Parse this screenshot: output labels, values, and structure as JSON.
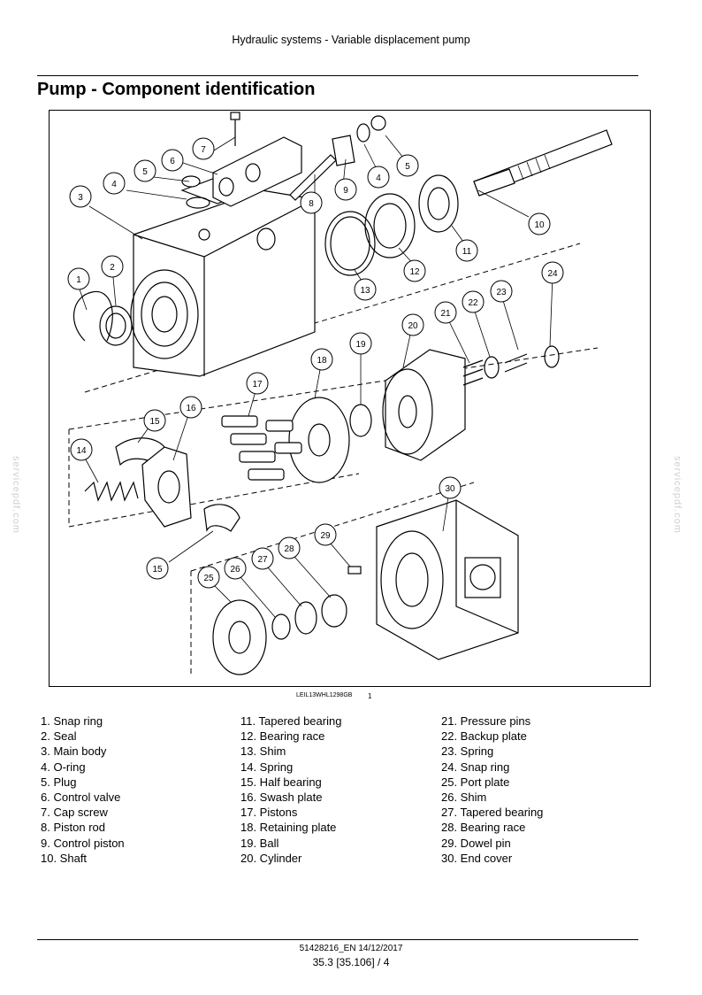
{
  "header": {
    "title": "Hydraulic systems - Variable displacement pump"
  },
  "section": {
    "title": "Pump - Component identification"
  },
  "figure": {
    "caption": "LEIL13WHL1298GB",
    "number": "1",
    "callouts": [
      "1",
      "2",
      "3",
      "4",
      "5",
      "6",
      "7",
      "8",
      "9",
      "4",
      "5",
      "10",
      "11",
      "12",
      "13",
      "14",
      "15",
      "16",
      "17",
      "18",
      "19",
      "20",
      "21",
      "22",
      "23",
      "24",
      "15",
      "25",
      "26",
      "27",
      "28",
      "29",
      "30"
    ]
  },
  "legend": {
    "col1": [
      "1.  Snap ring",
      "2.  Seal",
      "3.  Main body",
      "4.  O-ring",
      "5.  Plug",
      "6.  Control valve",
      "7.  Cap screw",
      "8.  Piston rod",
      "9.  Control piston",
      "10.  Shaft"
    ],
    "col2": [
      "11.  Tapered bearing",
      "12.  Bearing race",
      "13.  Shim",
      "14.  Spring",
      "15.  Half bearing",
      "16.  Swash plate",
      "17.  Pistons",
      "18.  Retaining plate",
      "19.  Ball",
      "20.  Cylinder"
    ],
    "col3": [
      "21.  Pressure pins",
      "22.  Backup plate",
      "23.  Spring",
      "24.  Snap ring",
      "25.  Port plate",
      "26.  Shim",
      "27.  Tapered bearing",
      "28.  Bearing race",
      "29.  Dowel pin",
      "30.  End cover"
    ]
  },
  "watermark": {
    "text": "servicepdf.com"
  },
  "footer": {
    "doc_id": "51428216_EN 14/12/2017",
    "page": "35.3 [35.106] / 4"
  }
}
